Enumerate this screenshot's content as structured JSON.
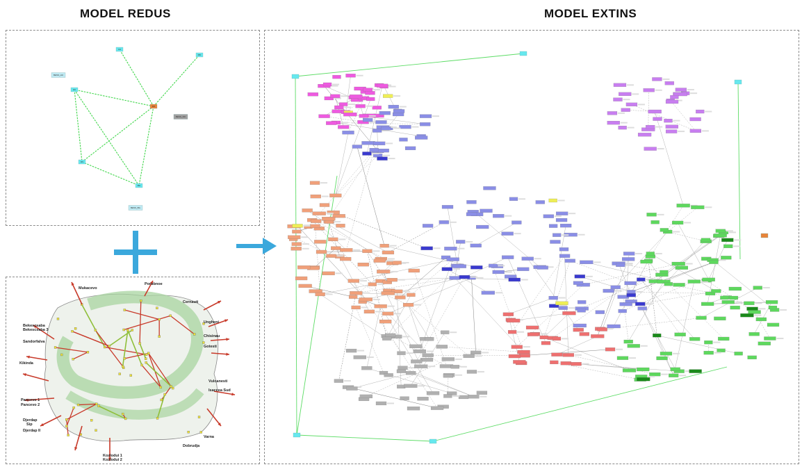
{
  "titles": {
    "reduced": "MODEL REDUS",
    "extended": "MODEL EXTINS"
  },
  "reduced_model": {
    "nodes": [
      {
        "id": "UA",
        "label": "UA"
      },
      {
        "id": "MD",
        "label": "MD"
      },
      {
        "id": "HU",
        "label": "HU"
      },
      {
        "id": "RO",
        "label": "RO"
      },
      {
        "id": "RS",
        "label": "RS"
      },
      {
        "id": "BG",
        "label": "BG"
      },
      {
        "id": "BESS_HU",
        "label": "BESS_HU"
      },
      {
        "id": "BESS_RO",
        "label": "BESS_RO"
      },
      {
        "id": "BESS_BG",
        "label": "BESS_BG"
      }
    ],
    "edge_color": "#3fd64a"
  },
  "map_labels": [
    "Mukacevo",
    "Porubnoe",
    "Cernauti",
    "Ungheni",
    "Chisinau",
    "Gotesti",
    "Bekescsaba",
    "Bekescsaba 3",
    "Sandorfalva",
    "Kikinda",
    "Pancevo 1",
    "Pancevo 2",
    "Djerdap",
    "Sip",
    "Djerdap II",
    "Kozlodui 1",
    "Kozlodui 2",
    "Dobrudja",
    "Varna",
    "Vulcanesti",
    "Isaccea Sud"
  ],
  "colors": {
    "plus_sign": "#3ba8dc",
    "arrow": "#3ba8dc",
    "node_cyan": "#67e8ee",
    "node_orange": "#e8843a",
    "node_gray": "#a0a0a0",
    "purple": "#c87ef0",
    "magenta": "#ee5ae0",
    "blue": "#8a8ee6",
    "salmon": "#f0a07a",
    "red": "#ee7070",
    "green": "#5ed85e",
    "dark_green": "#1a8a1a",
    "gray": "#b0b0b0",
    "yellow": "#eeee55"
  }
}
